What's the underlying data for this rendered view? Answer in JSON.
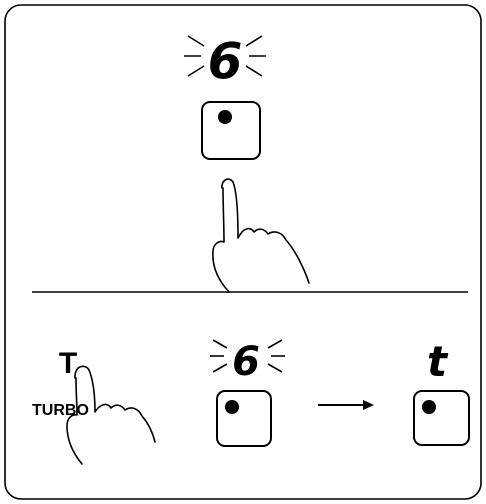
{
  "top_panel": {
    "display_digit": "6",
    "hand": "pointing-hand-icon"
  },
  "bottom_panel": {
    "key_letter": "T",
    "key_label": "TURBO",
    "display_before": "6",
    "display_after": "t",
    "arrow": "right-arrow-icon"
  },
  "colors": {
    "line": "#000000",
    "background": "#ffffff"
  }
}
